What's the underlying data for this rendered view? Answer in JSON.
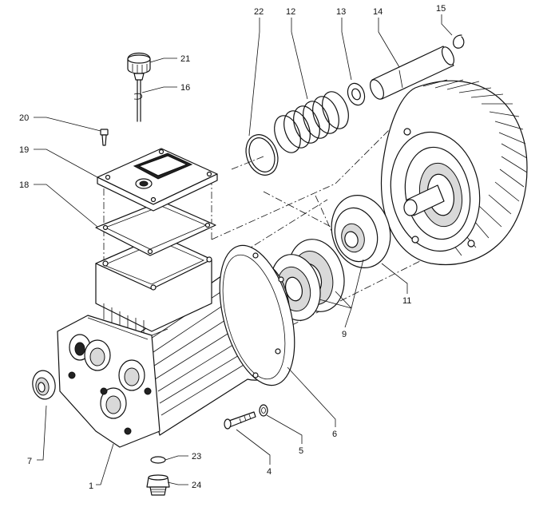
{
  "diagram": {
    "callouts": [
      {
        "id": "c1",
        "label": "1"
      },
      {
        "id": "c4",
        "label": "4"
      },
      {
        "id": "c5",
        "label": "5"
      },
      {
        "id": "c6",
        "label": "6"
      },
      {
        "id": "c7",
        "label": "7"
      },
      {
        "id": "c9",
        "label": "9"
      },
      {
        "id": "c11",
        "label": "11"
      },
      {
        "id": "c12",
        "label": "12"
      },
      {
        "id": "c13",
        "label": "13"
      },
      {
        "id": "c14",
        "label": "14"
      },
      {
        "id": "c15",
        "label": "15"
      },
      {
        "id": "c16",
        "label": "16"
      },
      {
        "id": "c18",
        "label": "18"
      },
      {
        "id": "c19",
        "label": "19"
      },
      {
        "id": "c20",
        "label": "20"
      },
      {
        "id": "c21",
        "label": "21"
      },
      {
        "id": "c22",
        "label": "22"
      },
      {
        "id": "c23",
        "label": "23"
      },
      {
        "id": "c24",
        "label": "24"
      }
    ]
  }
}
